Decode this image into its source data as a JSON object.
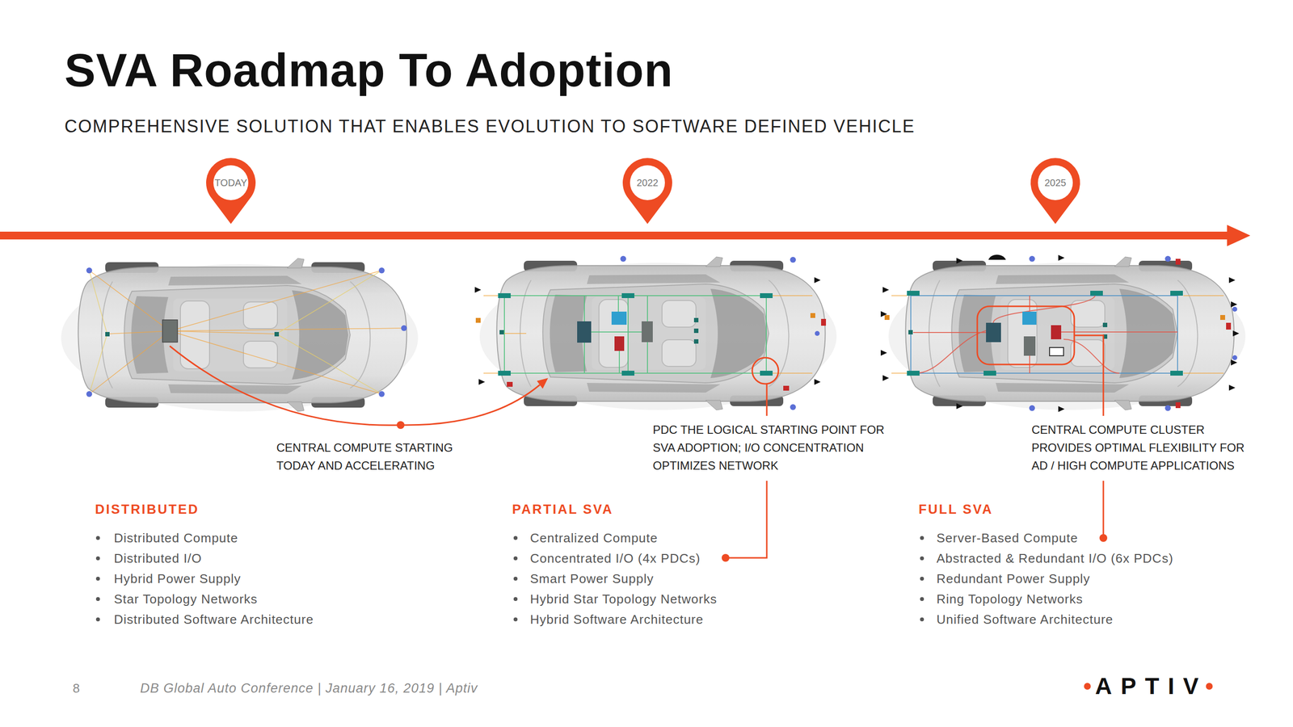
{
  "diagram": {
    "title": "SVA Roadmap To Adoption",
    "nodes": [
      {
        "text": [
          "TODAY"
        ]
      },
      {
        "text": [
          "2022"
        ]
      },
      {
        "text": [
          "2025"
        ]
      }
    ],
    "labels": [
      "COMPREHENSIVE SOLUTION THAT ENABLES EVOLUTION TO SOFTWARE DEFINED VEHICLE",
      "CENTRAL COMPUTE STARTING TODAY AND ACCELERATING",
      "PDC THE LOGICAL STARTING POINT FOR SVA ADOPTION; I/O CONCENTRATION OPTIMIZES NETWORK",
      "CENTRAL COMPUTE CLUSTER PROVIDES OPTIMAL FLEXIBILITY FOR AD / HIGH COMPUTE APPLICATIONS",
      "DISTRIBUTED",
      "Distributed Compute",
      "Distributed I/O",
      "Hybrid Power Supply",
      "Star Topology Networks",
      "Distributed Software Architecture",
      "PARTIAL SVA",
      "Centralized Compute",
      "Concentrated I/O (4x PDCs)",
      "Smart Power Supply",
      "Hybrid Star Topology Networks",
      "Hybrid Software Architecture",
      "FULL SVA",
      "Server-Based Compute",
      "Abstracted & Redundant I/O (6x PDCs)",
      "Redundant Power Supply",
      "Ring Topology Networks",
      "Unified Software Architecture",
      "8",
      "DB Global Auto Conference | January 16, 2019 | Aptiv",
      "APTIV"
    ]
  }
}
